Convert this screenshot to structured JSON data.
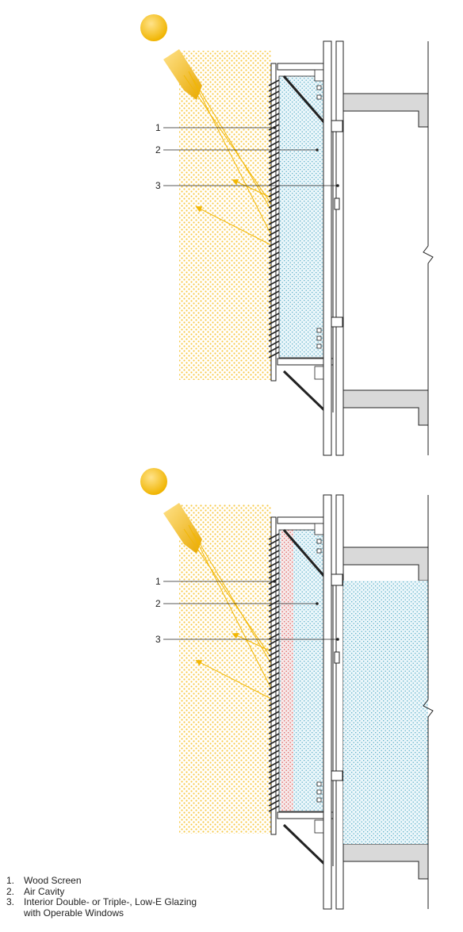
{
  "diagrams": [
    {
      "name": "top-section",
      "callouts": [
        {
          "number": "1"
        },
        {
          "number": "2"
        },
        {
          "number": "3"
        }
      ],
      "heated_cavity": false,
      "heated_interior": false
    },
    {
      "name": "bottom-section",
      "callouts": [
        {
          "number": "1"
        },
        {
          "number": "2"
        },
        {
          "number": "3"
        }
      ],
      "heated_cavity": true,
      "heated_interior": true
    }
  ],
  "legend": [
    {
      "number": "1.",
      "text": "Wood Screen"
    },
    {
      "number": "2.",
      "text": "Air Cavity"
    },
    {
      "number": "3.",
      "text": "Interior Double- or Triple-, Low-E Glazing\nwith Operable Windows"
    }
  ],
  "colors": {
    "sun": "#f5c518",
    "sun_ray": "#f2b705",
    "dots_yellow": "#f7c948",
    "cavity_fill": "#e8f6fa",
    "cavity_dots": "#4fa8c4",
    "warm_dots": "#e06b6b",
    "structure": "#888888",
    "line": "#222222"
  }
}
